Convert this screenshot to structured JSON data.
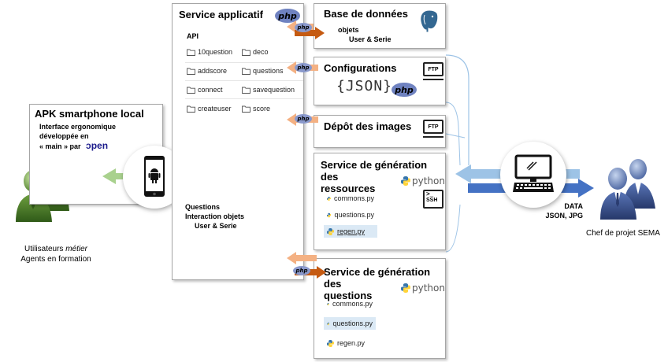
{
  "apk": {
    "title": "APK smartphone local",
    "desc_line1": "Interface ergonomique",
    "desc_line2": "développée en",
    "desc_line3": "« main » par",
    "brand": "ɔpen"
  },
  "users": {
    "line1_prefix": "Utilisateurs ",
    "line1_em": "métier",
    "line2": "Agents en formation"
  },
  "app_service": {
    "title": "Service applicatif",
    "php": "php",
    "api_label": "API",
    "folders": [
      "10question",
      "addscore",
      "connect",
      "createuser",
      "deco",
      "questions",
      "savequestion",
      "score"
    ],
    "flow_label_1": "Questions",
    "flow_label_2": "Interaction objets",
    "flow_label_3": "User & Serie"
  },
  "db": {
    "title": "Base de données",
    "sub1": "objets",
    "sub2": "User & Serie",
    "php": "php"
  },
  "config": {
    "title": "Configurations",
    "json": "{JSON}",
    "php": "php",
    "ftp": "FTP",
    "arrow_php": "php"
  },
  "images": {
    "title": "Dépôt des images",
    "ftp": "FTP",
    "arrow_php": "php"
  },
  "gen_resources": {
    "title_line1": "Service de génération des",
    "title_line2": "ressources",
    "python": "python",
    "ssh": "SSH",
    "files": [
      "commons.py",
      "questions.py",
      "regen.py"
    ]
  },
  "gen_questions": {
    "title_line1": "Service de génération des",
    "title_line2": "questions",
    "python": "python",
    "arrow_php": "php",
    "files": [
      "commons.py",
      "questions.py",
      "regen.py"
    ]
  },
  "right": {
    "data_line1": "DATA",
    "data_line2": "JSON, JPG",
    "chef": "Chef de projet SEMA"
  },
  "colors": {
    "green_arrow": "#a9d18e",
    "orange_arrow": "#f4b183",
    "dark_orange": "#c55a11",
    "blue_arrow_light": "#9dc3e6",
    "blue_arrow_dark": "#4472c4",
    "php_badge": "#7b8cc4"
  }
}
